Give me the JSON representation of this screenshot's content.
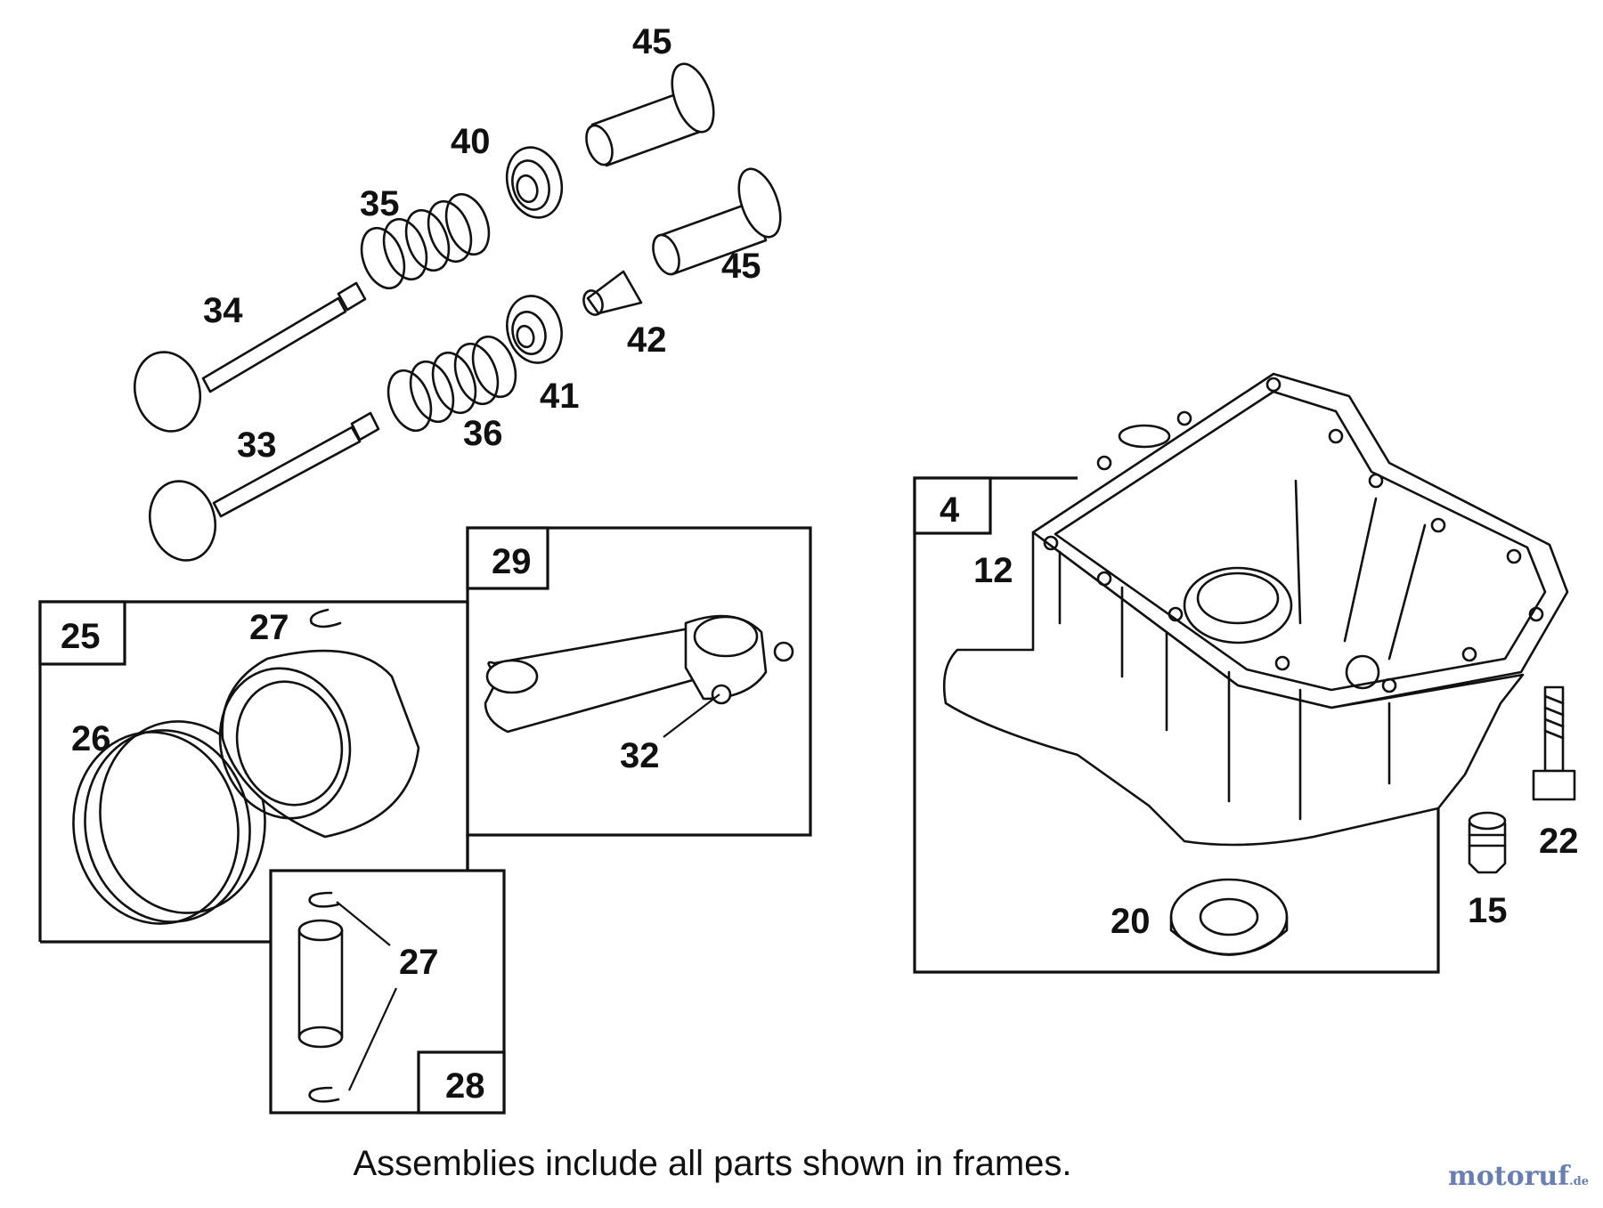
{
  "callouts": {
    "c45a": "45",
    "c40": "40",
    "c35": "35",
    "c45b": "45",
    "c34": "34",
    "c42": "42",
    "c41": "41",
    "c36": "36",
    "c33": "33",
    "c29": "29",
    "c25": "25",
    "c27a": "27",
    "c26": "26",
    "c32": "32",
    "c27b": "27",
    "c28": "28",
    "c4": "4",
    "c12": "12",
    "c22": "22",
    "c15": "15",
    "c20": "20"
  },
  "note": "Assemblies include all parts shown in frames.",
  "watermark": {
    "name": "motoruf",
    "tld": ".de"
  }
}
